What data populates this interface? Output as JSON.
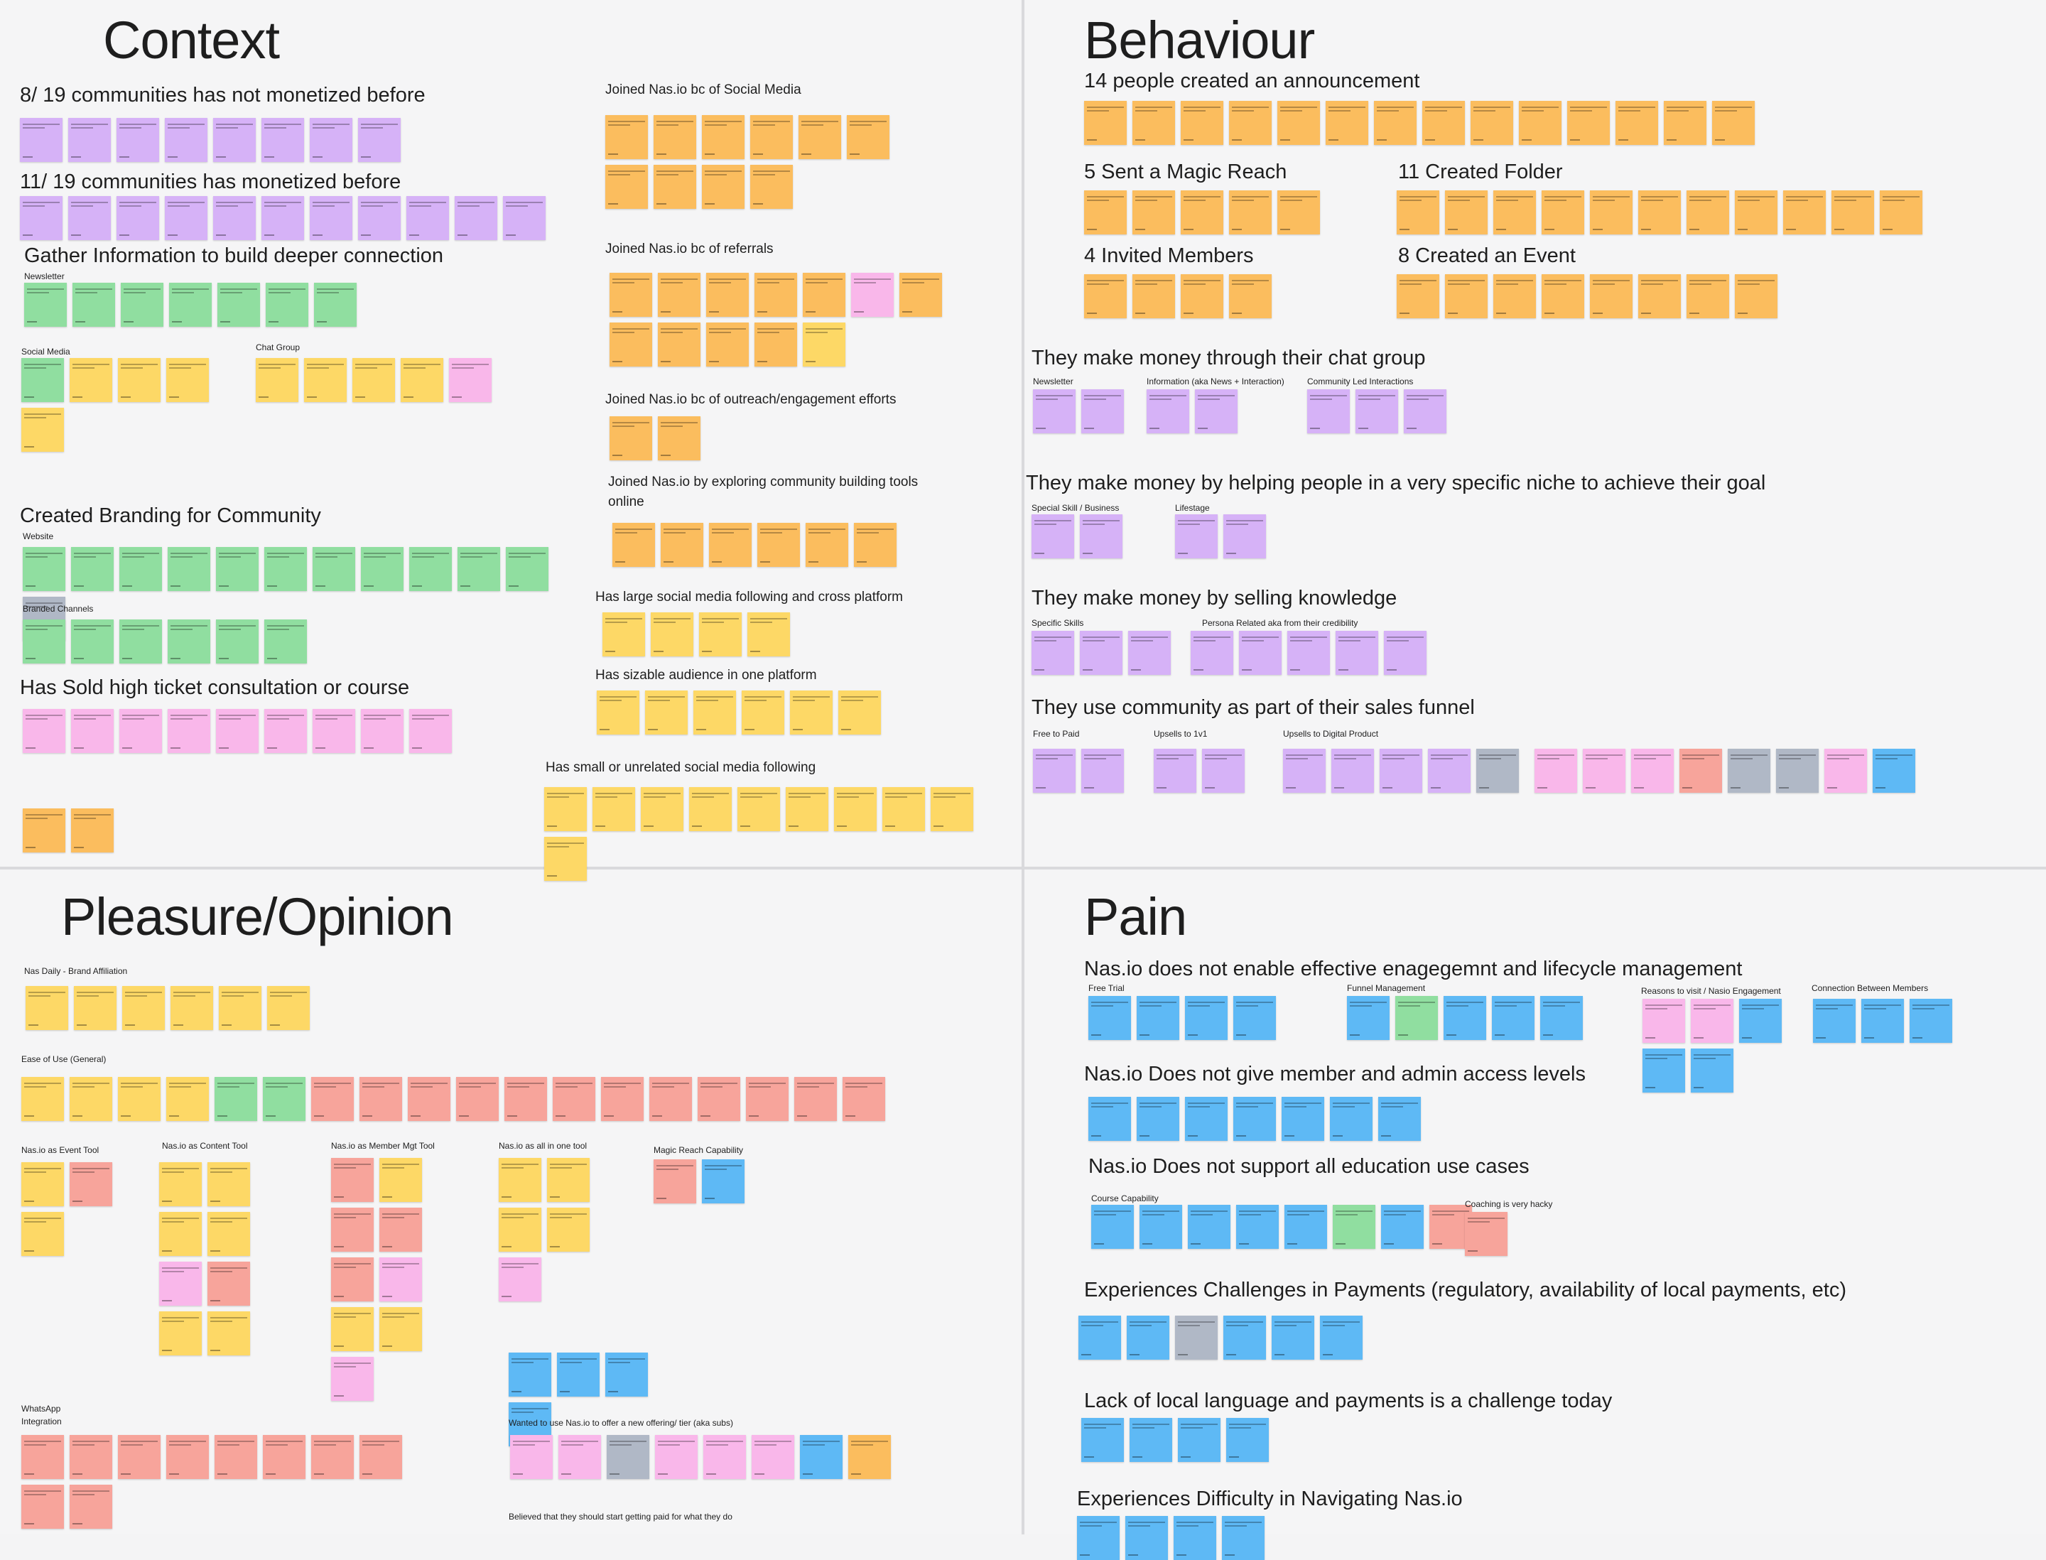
{
  "colors": {
    "purple": "#d6b2f7",
    "orange": "#fbbd5e",
    "green": "#90dea0",
    "yellow": "#fdd866",
    "pink": "#f9b7ea",
    "blue": "#5eb9f5",
    "gray": "#b0b8c6",
    "red": "#f7a49b"
  },
  "context": {
    "title": "Context",
    "h_not_monetized": "8/ 19 communities has not monetized before",
    "h_monetized": "11/ 19 communities has monetized before",
    "h_gather": "Gather Information to build deeper connection",
    "l_newsletter": "Newsletter",
    "l_social_media": "Social Media",
    "l_chat_group": "Chat Group",
    "h_branding": "Created Branding for Community",
    "l_website": "Website",
    "l_branded_channels": "Branded Channels",
    "h_high_ticket": "Has Sold high ticket consultation or course",
    "h_social_media": "Joined Nas.io bc of Social Media",
    "h_referrals": "Joined Nas.io bc of referrals",
    "h_outreach": "Joined Nas.io bc of outreach/engagement efforts",
    "h_tools_1": "Joined Nas.io by exploring community building tools",
    "h_tools_2": "online",
    "h_large_following": "Has large social media following and cross platform",
    "h_sizable": "Has sizable audience in one platform",
    "h_small": "Has small or unrelated social media following"
  },
  "behaviour": {
    "title": "Behaviour",
    "h_announcement": "14 people created an announcement",
    "h_magic_reach": "5 Sent a Magic Reach",
    "h_folder": "11 Created Folder",
    "h_invited": "4 Invited Members",
    "h_event": "8 Created an Event",
    "h_chat_group": "They make money through their chat group",
    "l_newsletter": "Newsletter",
    "l_information": "Information (aka News + Interaction)",
    "l_community_led": "Community Led Interactions",
    "h_niche": "They make money by helping people in a very specific niche to achieve their goal",
    "l_special_skill": "Special Skill / Business",
    "l_lifestyle": "Lifestage",
    "h_knowledge": "They make money by selling knowledge",
    "l_specific_skills": "Specific Skills",
    "l_persona": "Persona Related aka from their credibility",
    "h_funnel": "They use community as part of their sales funnel",
    "l_free_to_paid": "Free to Paid",
    "l_upsells_1v1": "Upsells to 1v1",
    "l_upsells_digital": "Upsells to Digital Product"
  },
  "pleasure": {
    "title": "Pleasure/Opinion",
    "l_nas_daily": "Nas Daily - Brand Affiliation",
    "l_ease": "Ease of Use (General)",
    "l_event_tool": "Nas.io as Event Tool",
    "l_content_tool": "Nas.io as Content Tool",
    "l_member_tool": "Nas.io as Member Mgt Tool",
    "l_all_in_one": "Nas.io as all in one tool",
    "l_magic_reach": "Magic Reach Capability",
    "l_whatsapp_1": "WhatsApp",
    "l_whatsapp_2": "Integration",
    "l_new_offering": "Wanted to use Nas.io to offer a new offering/ tier (aka subs)",
    "l_paid": "Believed that they should start getting paid for what they do"
  },
  "pain": {
    "title": "Pain",
    "h_engagement": "Nas.io does not enable effective enagegemnt and lifecycle management",
    "l_free_trial": "Free Trial",
    "l_funnel": "Funnel Management",
    "l_reasons": "Reasons to visit / Nasio Engagement",
    "l_connection": "Connection Between Members",
    "h_access": "Nas.io Does not give member and admin access levels",
    "h_education": "Nas.io Does not support all education use cases",
    "l_course": "Course Capability",
    "l_coaching": "Coaching is very hacky",
    "h_payments": "Experiences Challenges in Payments (regulatory, availability of local payments, etc)",
    "h_language": "Lack of local language and payments is a challenge today",
    "h_navigating": "Experiences Difficulty in Navigating Nas.io"
  }
}
